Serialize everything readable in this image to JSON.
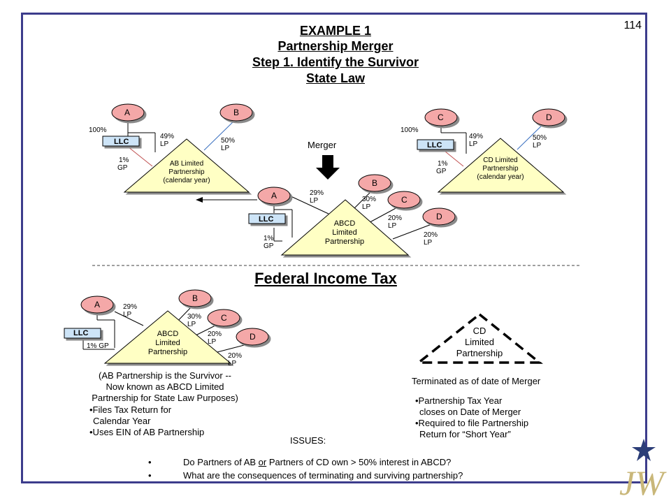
{
  "page_number": "114",
  "title": {
    "line1": "EXAMPLE 1",
    "line2": "Partnership Merger",
    "line3": "Step 1.  Identify the Survivor",
    "line4": "State Law"
  },
  "section_title": "Federal Income Tax",
  "merger_label": "Merger",
  "partners": {
    "a": "A",
    "b": "B",
    "c": "C",
    "d": "D"
  },
  "llc_label": "LLC",
  "ab_partnership": {
    "line1": "AB Limited",
    "line2": "Partnership",
    "line3": "(calendar year)",
    "pct_100": "100%",
    "pct_49": "49%",
    "lp": "LP",
    "pct_50": "50%",
    "pct_1": "1%",
    "gp": "GP"
  },
  "cd_partnership": {
    "line1": "CD Limited",
    "line2": "Partnership",
    "line3": "(calendar year)",
    "pct_100": "100%",
    "pct_49": "49%",
    "lp": "LP",
    "pct_50": "50%",
    "pct_1": "1%",
    "gp": "GP"
  },
  "abcd_top": {
    "line1": "ABCD",
    "line2": "Limited",
    "line3": "Partnership",
    "pct_29": "29%",
    "pct_30": "30%",
    "pct_20a": "20%",
    "pct_20b": "20%",
    "lp": "LP",
    "pct_1": "1%",
    "gp": "GP"
  },
  "abcd_bottom": {
    "line1": "ABCD",
    "line2": "Limited",
    "line3": "Partnership",
    "pct_29": "29%",
    "pct_30": "30%",
    "pct_20a": "20%",
    "pct_20b": "20%",
    "lp": "LP",
    "gp_1": "1% GP"
  },
  "cd_terminated": {
    "line1": "CD",
    "line2": "Limited",
    "line3": "Partnership",
    "caption": "Terminated as of date of Merger",
    "bullet1a": "•Partnership Tax Year",
    "bullet1b": "closes on Date of Merger",
    "bullet2a": "•Required to file Partnership",
    "bullet2b": "Return for “Short Year”"
  },
  "survivor_note": {
    "line1": "(AB Partnership is the Survivor --",
    "line2": "Now known as ABCD Limited",
    "line3": "Partnership for State Law Purposes)",
    "bullet1a": "•Files Tax Return for",
    "bullet1b": "Calendar Year",
    "bullet2": "•Uses EIN of AB Partnership"
  },
  "issues": {
    "heading": "ISSUES:",
    "q1_pre": "Do Partners of AB ",
    "q1_or": "or",
    "q1_post": " Partners of CD own > 50% interest in ABCD?",
    "q2": "What are the consequences of terminating and surviving partnership?"
  },
  "logo_text": "JW",
  "colors": {
    "frame": "#3c3c8c",
    "triangle_fill": "#ffffc4",
    "partner_fill": "#f4a8a8",
    "llc_fill": "#cde4f7",
    "blue_line": "#3a70c0",
    "red_line": "#c05050",
    "logo_gold": "#c9b779",
    "logo_star": "#2c3e78"
  }
}
